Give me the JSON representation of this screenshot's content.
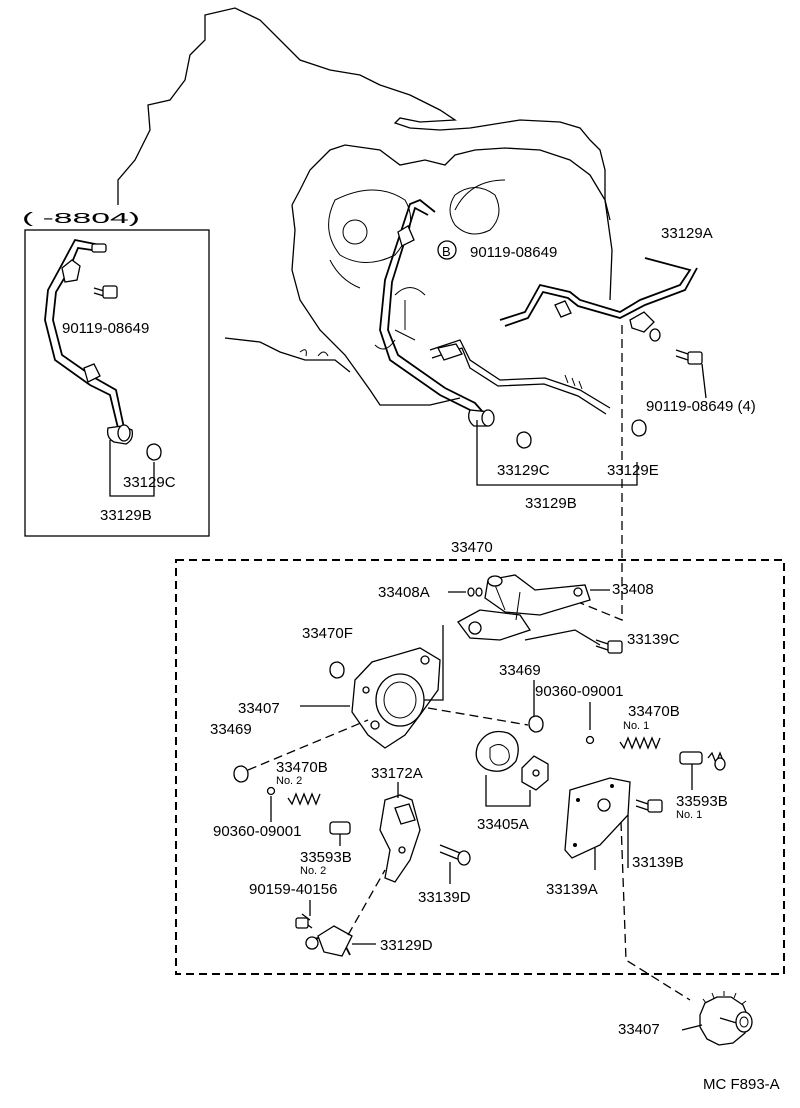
{
  "labels": {
    "range_code": "(  -8804)",
    "p_90119_08649_inset": "90119-08649",
    "p_33129c_inset": "33129C",
    "p_33129b_inset": "33129B",
    "p_circle_b": "B",
    "p_90119_08649_top": "90119-08649",
    "p_33129a": "33129A",
    "p_90119_08649_4": "90119-08649 (4)",
    "p_33129c": "33129C",
    "p_33129e": "33129E",
    "p_33129b": "33129B",
    "p_33470": "33470",
    "p_33408a": "33408A",
    "p_33408": "33408",
    "p_33139c": "33139C",
    "p_33470f": "33470F",
    "p_33469_right": "33469",
    "p_90360_09001_right": "90360-09001",
    "p_33470b_no1": "33470B",
    "no1_a": "No. 1",
    "p_33407": "33407",
    "p_33469_left": "33469",
    "p_33470b_no2": "33470B",
    "no2_a": "No. 2",
    "p_33172a": "33172A",
    "p_33593b_no1": "33593B",
    "no1_b": "No. 1",
    "p_90360_09001_left": "90360-09001",
    "p_33593b_no2": "33593B",
    "no2_b": "No. 2",
    "p_33405a": "33405A",
    "p_33139b": "33139B",
    "p_90159_40156": "90159-40156",
    "p_33139d": "33139D",
    "p_33139a": "33139A",
    "p_33129d": "33129D",
    "p_33407_gear": "33407",
    "figure_code": "MC F893-A"
  }
}
